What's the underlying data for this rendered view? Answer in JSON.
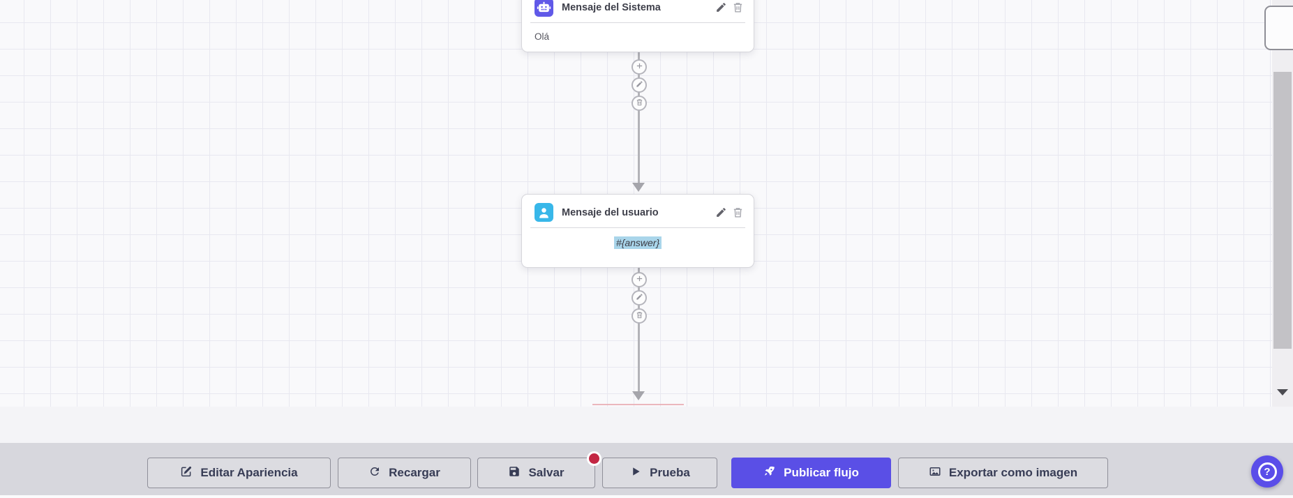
{
  "canvas": {
    "nodes": [
      {
        "title": "Mensaje del Sistema",
        "body": "Olá",
        "icon": "robot-icon"
      },
      {
        "title": "Mensaje del usuario",
        "body": "#{answer}",
        "icon": "user-icon"
      }
    ],
    "node_action_icons": [
      "plus-icon",
      "pencil-icon",
      "trash-icon"
    ]
  },
  "toolbar": {
    "edit_appearance_label": "Editar Apariencia",
    "reload_label": "Recargar",
    "save_label": "Salvar",
    "test_label": "Prueba",
    "publish_label": "Publicar flujo",
    "export_label": "Exportar como imagen"
  },
  "help": {
    "label": "?"
  },
  "colors": {
    "accent": "#5a4fe6",
    "system_node_icon_bg": "#6059e8",
    "user_node_icon_bg": "#38b7e9",
    "answer_highlight": "#a9d5ea",
    "unsaved_badge": "#c32643",
    "toolbar_bg": "#d7d7dd",
    "connector": "#b3b3b8"
  }
}
